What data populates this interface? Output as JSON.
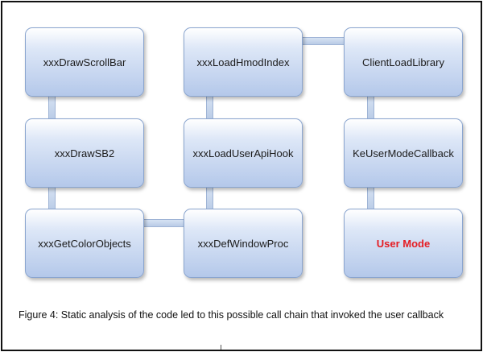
{
  "nodes": [
    {
      "id": "n1",
      "label": "xxxDrawScrollBar"
    },
    {
      "id": "n2",
      "label": "xxxLoadHmodIndex"
    },
    {
      "id": "n3",
      "label": "ClientLoadLibrary"
    },
    {
      "id": "n4",
      "label": "xxxDrawSB2"
    },
    {
      "id": "n5",
      "label": "xxxLoadUserApiHook"
    },
    {
      "id": "n6",
      "label": "KeUserModeCallback"
    },
    {
      "id": "n7",
      "label": "xxxGetColorObjects"
    },
    {
      "id": "n8",
      "label": "xxxDefWindowProc"
    },
    {
      "id": "n9",
      "label": "User Mode"
    }
  ],
  "edges": [
    [
      "n1",
      "n4"
    ],
    [
      "n4",
      "n7"
    ],
    [
      "n7",
      "n8"
    ],
    [
      "n8",
      "n5"
    ],
    [
      "n5",
      "n2"
    ],
    [
      "n2",
      "n3"
    ],
    [
      "n3",
      "n6"
    ],
    [
      "n6",
      "n9"
    ]
  ],
  "colors": {
    "highlight_text": "#e51c23",
    "node_fill": "#c7d6ef",
    "node_border": "#8aa5cf"
  },
  "caption": "Figure 4: Static analysis of the code led to this possible call chain that invoked the user callback"
}
